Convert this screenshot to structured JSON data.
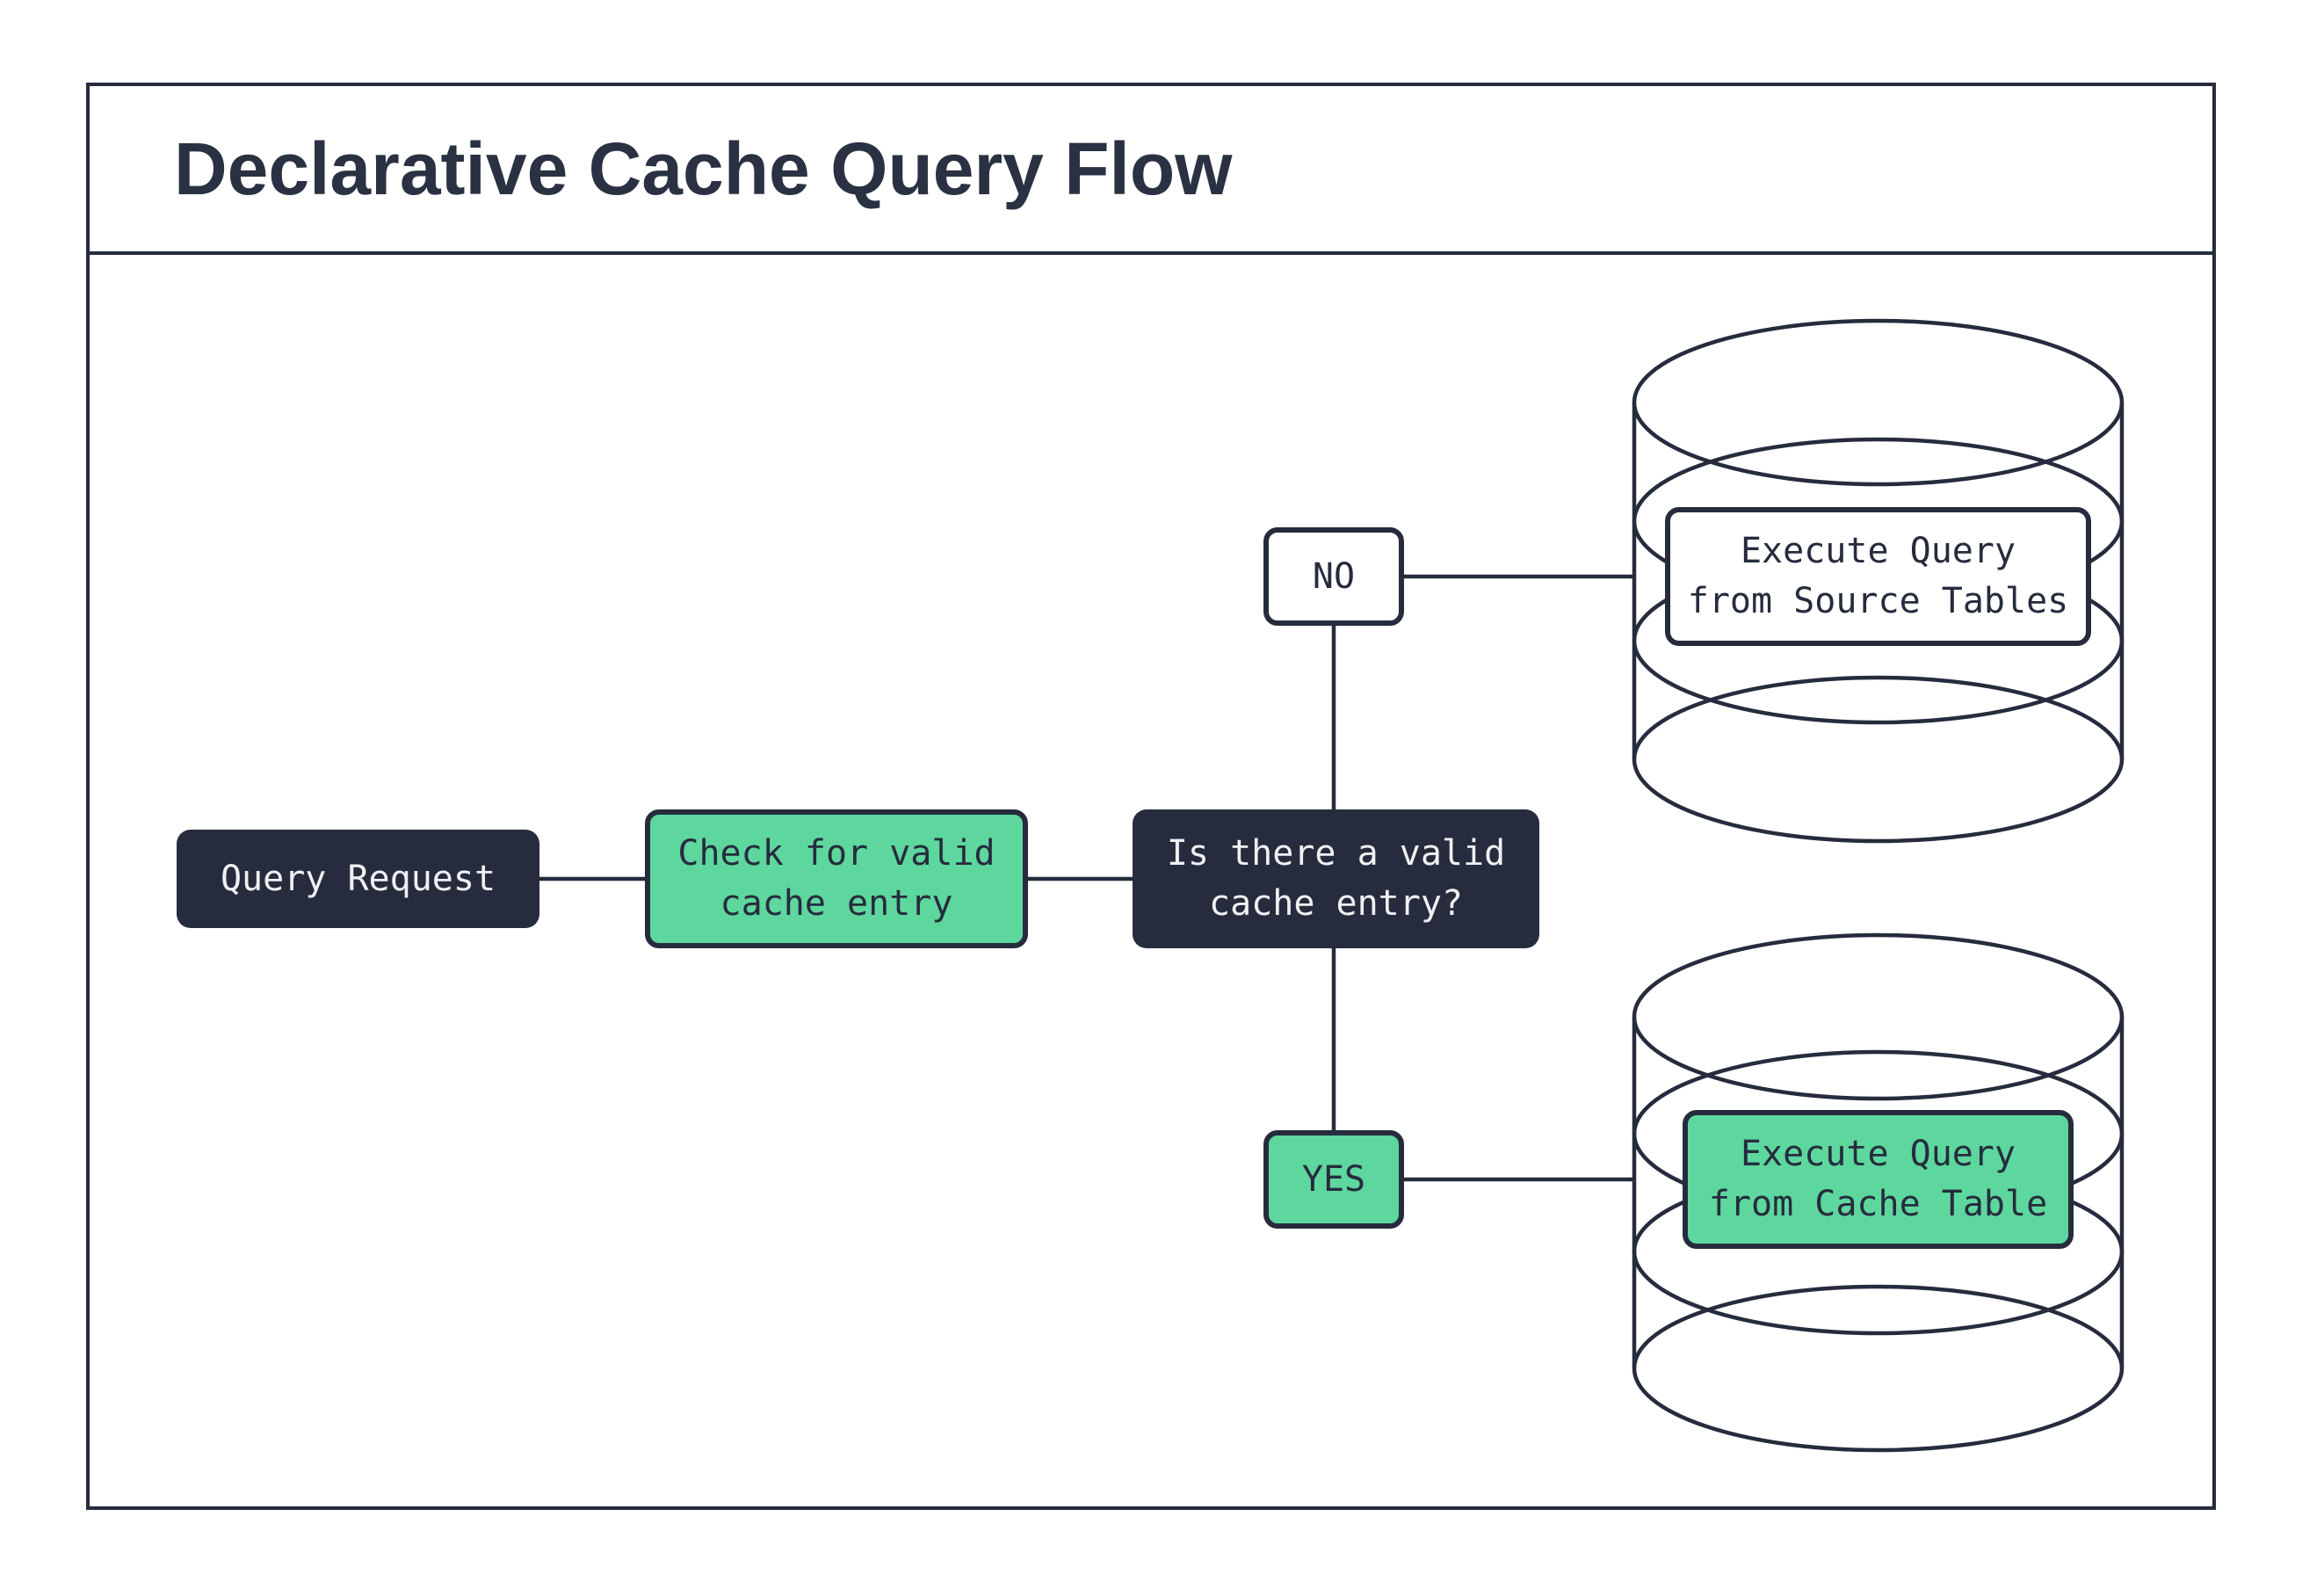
{
  "header": {
    "title": "Declarative Cache Query Flow"
  },
  "colors": {
    "dark_navy": "#262c3d",
    "green": "#5ed79f",
    "light_text": "#eef0f3",
    "background": "#ffffff"
  },
  "flow": {
    "query_request_label": "Query Request",
    "check_cache_label": "Check for valid\ncache entry",
    "decision_label": "Is there a valid\ncache entry?",
    "no_branch_label": "NO",
    "yes_branch_label": "YES",
    "source_db_label": "Execute Query\nfrom Source Tables",
    "cache_db_label": "Execute Query\nfrom Cache Table"
  }
}
